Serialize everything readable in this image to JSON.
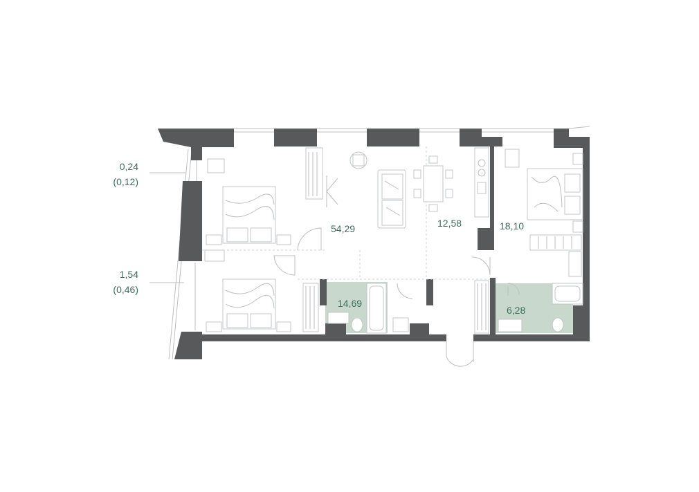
{
  "rooms": {
    "living": "54,29",
    "kitchen": "12,58",
    "bedroom": "18,10",
    "bathroom_1": "14,69",
    "bathroom_2": "6,28"
  },
  "balconies": {
    "upper": {
      "area": "0,24",
      "reduced": "(0,12)"
    },
    "lower": {
      "area": "1,54",
      "reduced": "(0,46)"
    }
  },
  "colors": {
    "wall": "#58595b",
    "wet_zone": "#c9d8cc",
    "label": "#3d6b5e"
  }
}
